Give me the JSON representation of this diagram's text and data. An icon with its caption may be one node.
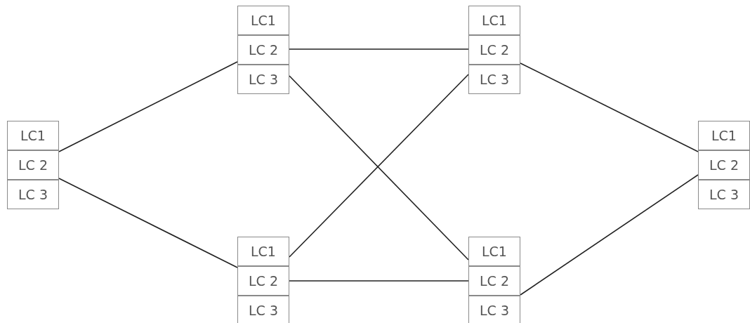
{
  "diagram": {
    "nodes": [
      {
        "text": [
          "LC1"
        ]
      },
      {
        "text": [
          "LC 2"
        ]
      },
      {
        "text": [
          "LC 3"
        ]
      },
      {
        "text": [
          "LC1"
        ]
      },
      {
        "text": [
          "LC 2"
        ]
      },
      {
        "text": [
          "LC 3"
        ]
      },
      {
        "text": [
          "LC1"
        ]
      },
      {
        "text": [
          "LC 2"
        ]
      },
      {
        "text": [
          "LC 3"
        ]
      },
      {
        "text": [
          "LC1"
        ]
      },
      {
        "text": [
          "LC 2"
        ]
      },
      {
        "text": [
          "LC 3"
        ]
      },
      {
        "text": [
          "LC1"
        ]
      },
      {
        "text": [
          "LC 2"
        ]
      },
      {
        "text": [
          "LC 3"
        ]
      },
      {
        "text": [
          "LC1"
        ]
      },
      {
        "text": [
          "LC 2"
        ]
      },
      {
        "text": [
          "LC 3"
        ]
      }
    ],
    "edges": [
      {
        "from": 1,
        "to": 4,
        "arrow": "none"
      },
      {
        "from": 1,
        "to": 7,
        "arrow": "none"
      },
      {
        "from": 4,
        "to": 10,
        "arrow": "none"
      },
      {
        "from": 5,
        "to": 12,
        "arrow": "none"
      },
      {
        "from": 6,
        "to": 11,
        "arrow": "none"
      },
      {
        "from": 7,
        "to": 13,
        "arrow": "none"
      },
      {
        "from": 10,
        "to": 16,
        "arrow": "none"
      },
      {
        "from": 13,
        "to": 16,
        "arrow": "none"
      }
    ]
  }
}
